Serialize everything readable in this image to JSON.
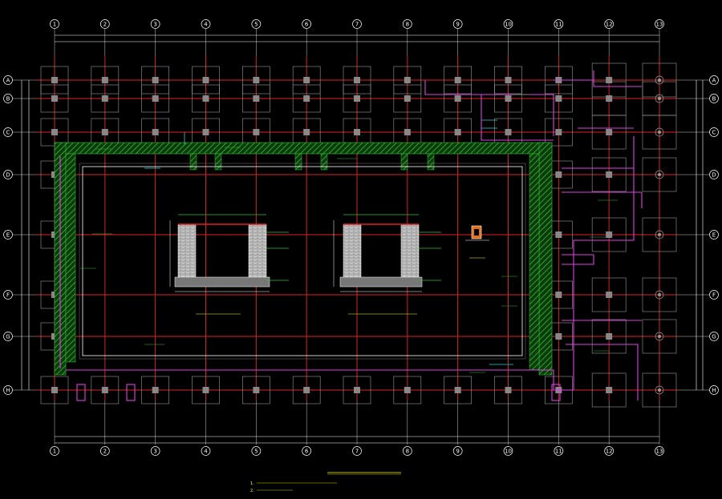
{
  "drawing": {
    "background": "#000000",
    "colors": {
      "axis": "#e02020",
      "grid": "#ffffff",
      "column": "#888888",
      "pipe": "#e040e0",
      "hatch": "#30c030",
      "text": "#ffff00",
      "cyan": "#30d0d0"
    },
    "column_axes": [
      "1",
      "2",
      "3",
      "4",
      "5",
      "6",
      "7",
      "8",
      "9",
      "10",
      "11",
      "12",
      "13"
    ],
    "row_axes": [
      "A",
      "B",
      "C",
      "D",
      "E",
      "F",
      "G",
      "H"
    ],
    "notes": [
      "1.",
      "2."
    ]
  }
}
